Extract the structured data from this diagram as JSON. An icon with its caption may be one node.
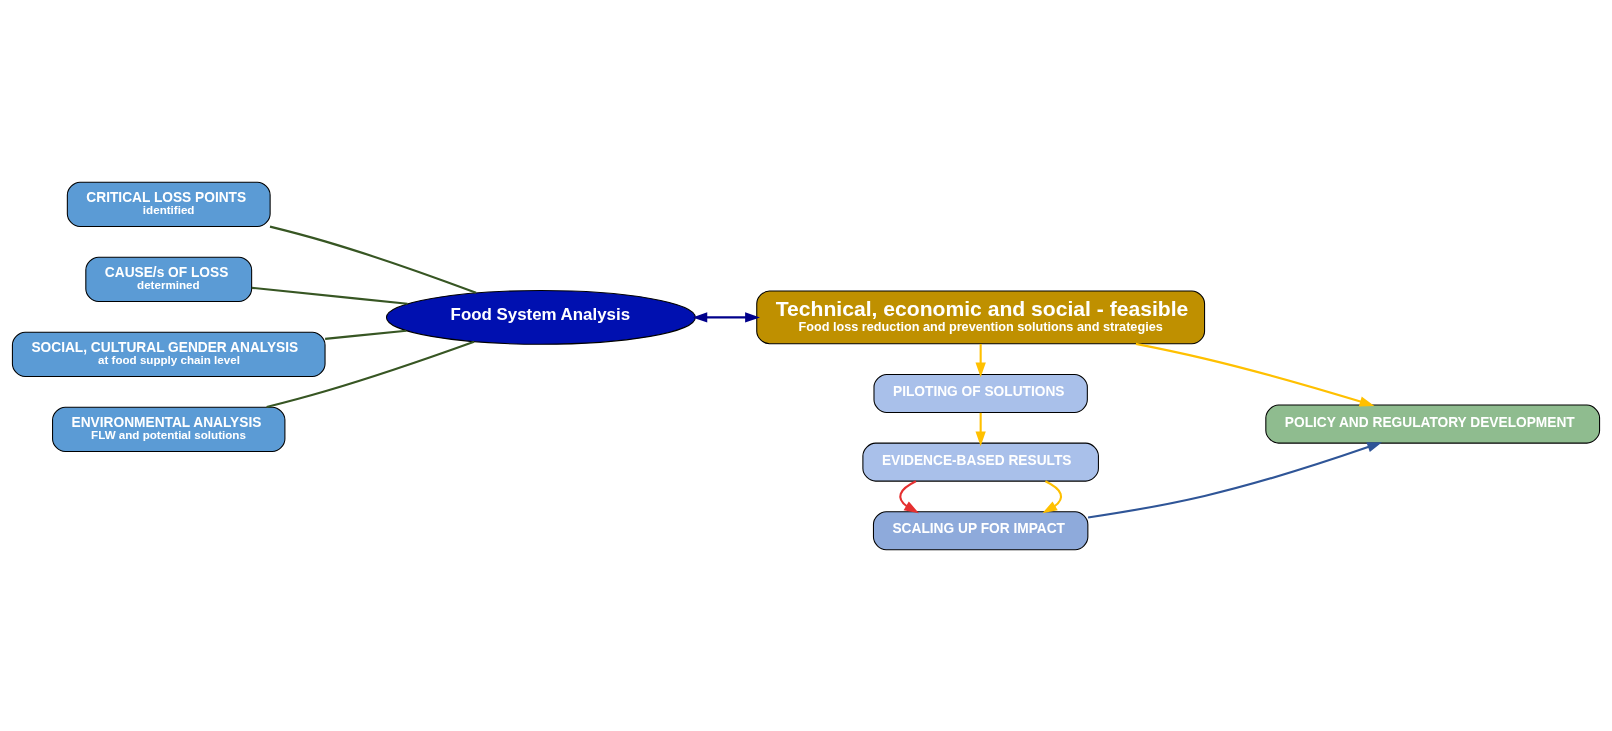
{
  "diagram": {
    "nodes": [
      {
        "text": [
          "CRITICAL LOSS POINTS",
          "identified"
        ]
      },
      {
        "text": [
          "CAUSE/s OF LOSS",
          "determined"
        ]
      },
      {
        "text": [
          "SOCIAL, CULTURAL GENDER ANALYSIS",
          "at food supply chain level"
        ]
      },
      {
        "text": [
          "ENVIRONMENTAL ANALYSIS",
          "FLW and potential solutions"
        ]
      },
      {
        "text": [
          "Food System Analysis"
        ]
      },
      {
        "text": [
          "Technical, economic and social - feasible",
          "Food loss reduction and prevention solutions and strategies"
        ]
      },
      {
        "text": [
          "PILOTING OF SOLUTIONS"
        ]
      },
      {
        "text": [
          "EVIDENCE-BASED RESULTS"
        ]
      },
      {
        "text": [
          "SCALING UP FOR IMPACT"
        ]
      },
      {
        "text": [
          "POLICY AND REGULATORY DEVELOPMENT"
        ]
      }
    ],
    "edges": [
      {
        "from": 0,
        "to": 4,
        "arrow": "none",
        "color": "#375623"
      },
      {
        "from": 1,
        "to": 4,
        "arrow": "none",
        "color": "#375623"
      },
      {
        "from": 2,
        "to": 4,
        "arrow": "none",
        "color": "#375623"
      },
      {
        "from": 3,
        "to": 4,
        "arrow": "none",
        "color": "#375623"
      },
      {
        "from": 4,
        "to": 5,
        "arrow": "both",
        "color": "#00008b"
      },
      {
        "from": 5,
        "to": 9,
        "arrow": "to",
        "color": "#ffc000"
      },
      {
        "from": 5,
        "to": 6,
        "arrow": "to",
        "color": "#ffc000"
      },
      {
        "from": 6,
        "to": 7,
        "arrow": "to",
        "color": "#ffc000"
      },
      {
        "from": 7,
        "to": 8,
        "arrow": "to",
        "color": "#ffc000"
      },
      {
        "from": 7,
        "to": 8,
        "arrow": "to",
        "color": "#e53030"
      },
      {
        "from": 8,
        "to": 9,
        "arrow": "to",
        "color": "#2f5597"
      }
    ]
  }
}
